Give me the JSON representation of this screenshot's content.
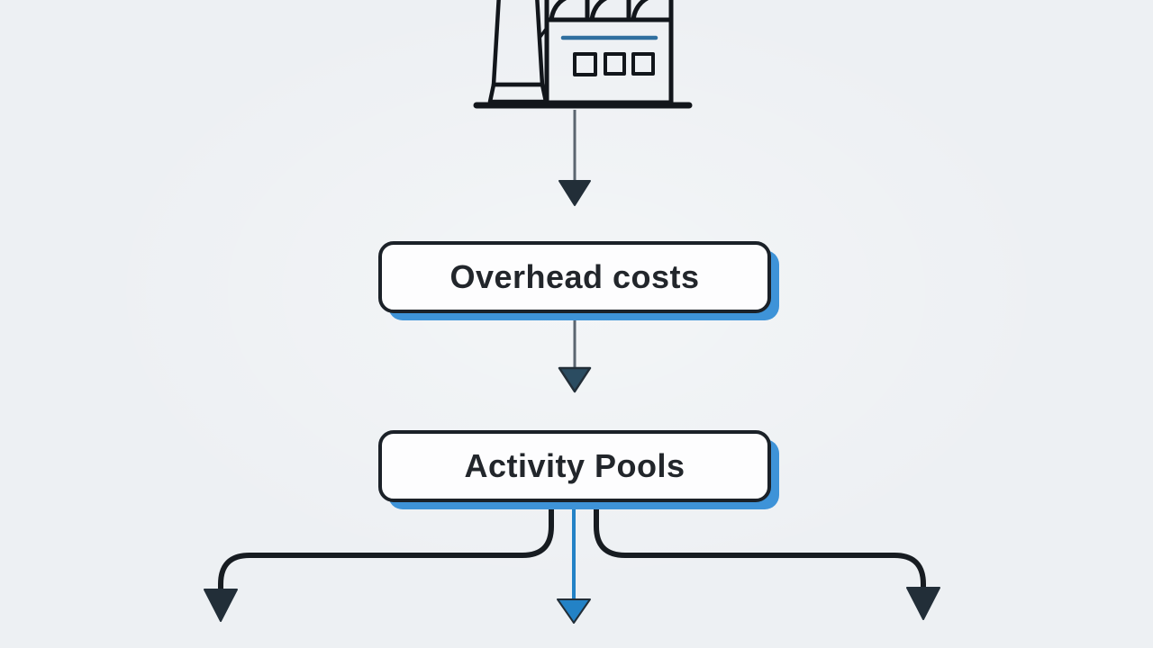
{
  "palette": {
    "bg": "#edf0f3",
    "box_fill": "#fdfdfe",
    "box_border": "#1b2128",
    "box_shadow": "#3e93d8",
    "text": "#22262b",
    "connector_gray": "#5b6570",
    "branch_dark": "#171c21",
    "arrow_dark": "#222e38",
    "arrow_steel": "#2b4c61",
    "accent_blue": "#2382c6",
    "icon_outline": "#12161b",
    "chimney_top": "#a9d3f2",
    "chimney_base": "#86c1ec",
    "window_fill": "#57a6db",
    "factory_line": "#2f6f9f"
  },
  "diagram": {
    "nodes": [
      {
        "id": "factory",
        "icon": "factory-icon",
        "label": ""
      },
      {
        "id": "overhead-costs",
        "label": "Overhead costs"
      },
      {
        "id": "activity-pools",
        "label": "Activity Pools"
      }
    ],
    "edges": [
      {
        "from": "factory",
        "to": "overhead-costs",
        "style": "thin-gray",
        "arrow": "dark"
      },
      {
        "from": "overhead-costs",
        "to": "activity-pools",
        "style": "thin-gray",
        "arrow": "steel"
      },
      {
        "from": "activity-pools",
        "to": "branch-left",
        "style": "thick-dark",
        "arrow": "dark"
      },
      {
        "from": "activity-pools",
        "to": "branch-center",
        "style": "accent-blue",
        "arrow": "blue"
      },
      {
        "from": "activity-pools",
        "to": "branch-right",
        "style": "thick-dark",
        "arrow": "dark"
      }
    ]
  }
}
